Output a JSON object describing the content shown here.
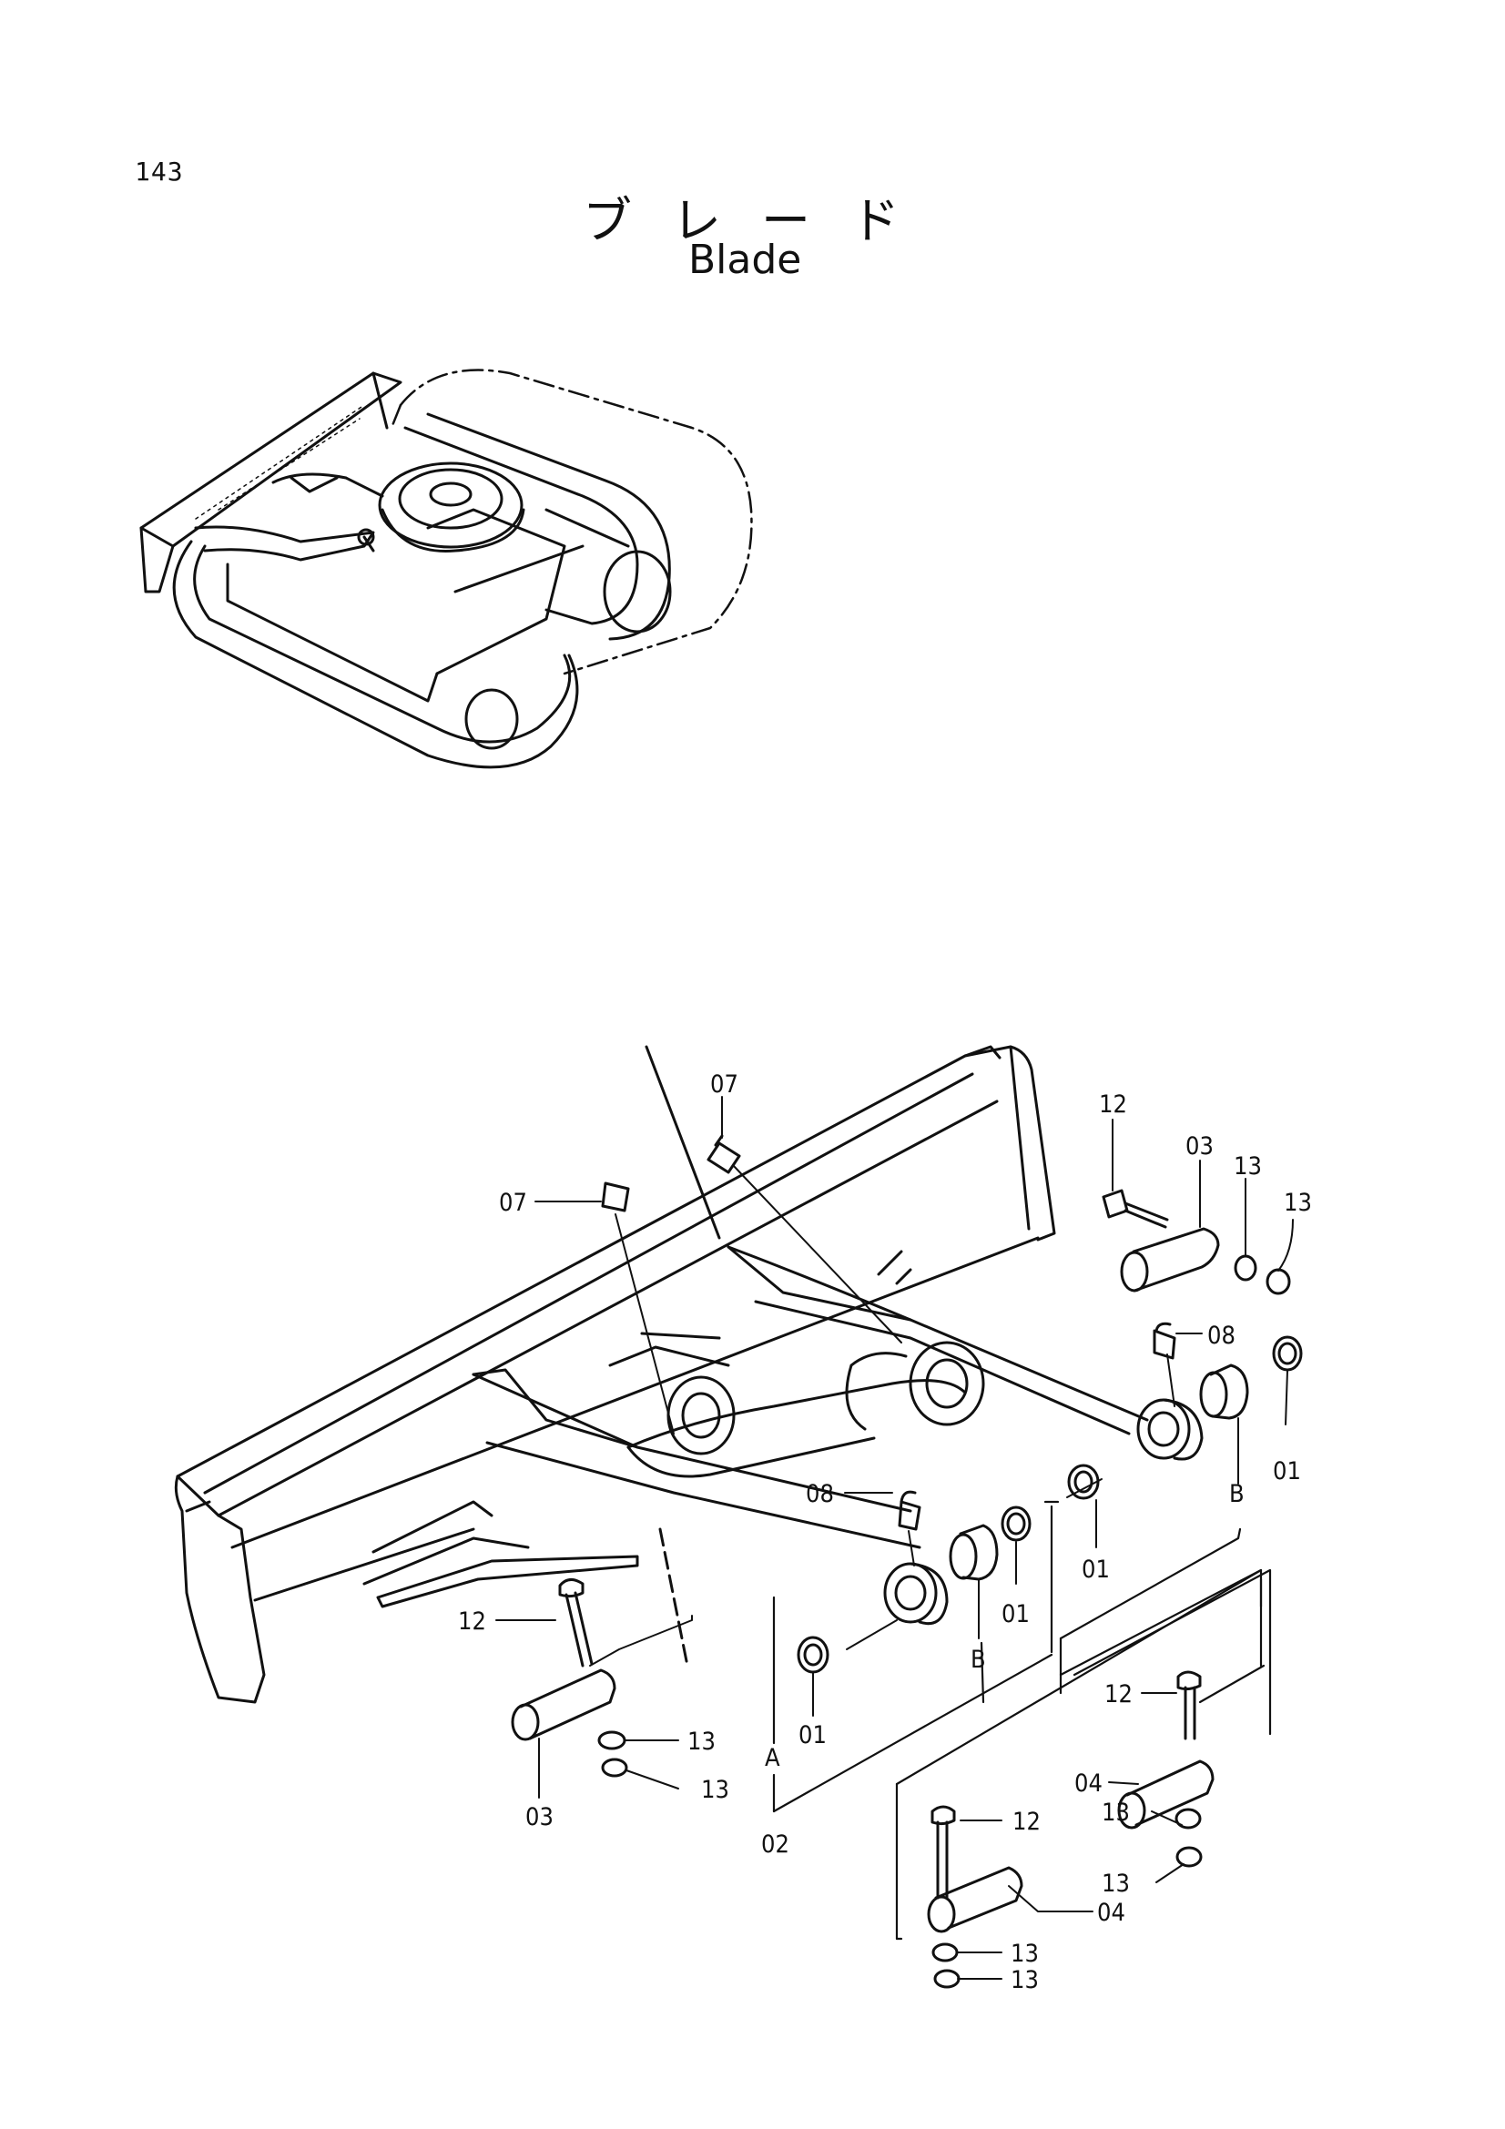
{
  "header": {
    "page_number": "143",
    "title_ja": "ブレード",
    "title_en": "Blade"
  },
  "callouts": {
    "c07a": "07",
    "c07b": "07",
    "c12a": "12",
    "c03a": "03",
    "c13a": "13",
    "c13b": "13",
    "c08a": "08",
    "c01a": "01",
    "cBa": "B",
    "c08b": "08",
    "c01b": "01",
    "c01c": "01",
    "cBb": "B",
    "c01d": "01",
    "cA": "A",
    "c02": "02",
    "c12b": "12",
    "c03b": "03",
    "c13c": "13",
    "c13d": "13",
    "c12c": "12",
    "c04a": "04",
    "c13e": "13",
    "c13f": "13",
    "c12d": "12",
    "c04b": "04",
    "c13g": "13",
    "c13h": "13"
  },
  "colors": {
    "ink": "#111111",
    "paper": "#ffffff"
  }
}
